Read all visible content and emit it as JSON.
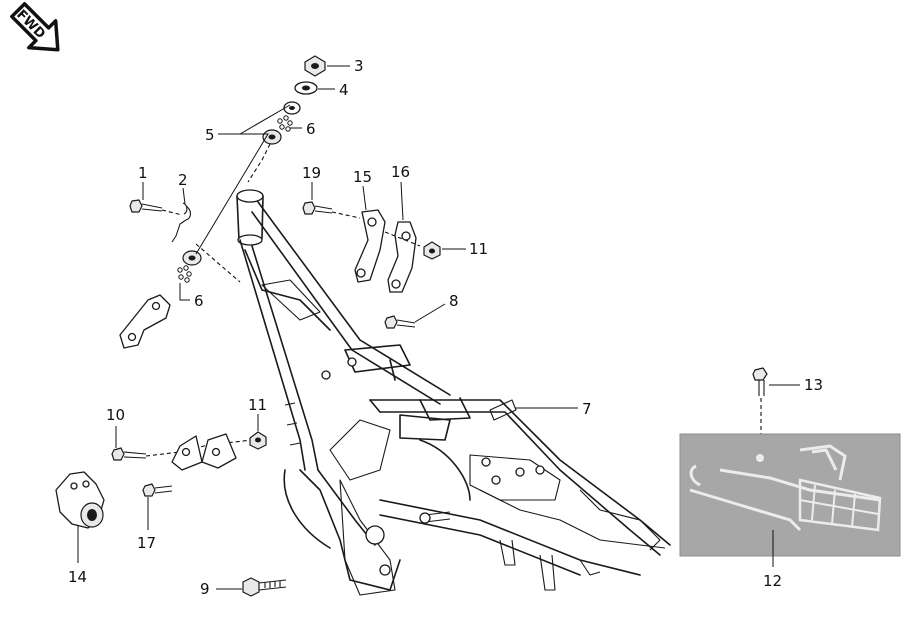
{
  "fwd_badge": {
    "text": "FWD",
    "icon": "fwd-arrow-icon"
  },
  "callouts": [
    {
      "id": "c1",
      "label": "1"
    },
    {
      "id": "c2",
      "label": "2"
    },
    {
      "id": "c3",
      "label": "3"
    },
    {
      "id": "c4",
      "label": "4"
    },
    {
      "id": "c5",
      "label": "5"
    },
    {
      "id": "c6a",
      "label": "6"
    },
    {
      "id": "c6b",
      "label": "6"
    },
    {
      "id": "c7",
      "label": "7"
    },
    {
      "id": "c8",
      "label": "8"
    },
    {
      "id": "c9",
      "label": "9"
    },
    {
      "id": "c10",
      "label": "10"
    },
    {
      "id": "c11a",
      "label": "11"
    },
    {
      "id": "c11b",
      "label": "11"
    },
    {
      "id": "c12",
      "label": "12"
    },
    {
      "id": "c13",
      "label": "13"
    },
    {
      "id": "c14",
      "label": "14"
    },
    {
      "id": "c15",
      "label": "15"
    },
    {
      "id": "c16",
      "label": "16"
    },
    {
      "id": "c17",
      "label": "17"
    },
    {
      "id": "c19",
      "label": "19"
    }
  ]
}
